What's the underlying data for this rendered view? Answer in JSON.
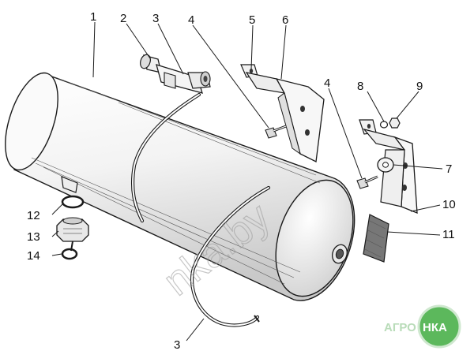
{
  "callouts": [
    {
      "id": "c1",
      "label": "1"
    },
    {
      "id": "c2",
      "label": "2"
    },
    {
      "id": "c3a",
      "label": "3"
    },
    {
      "id": "c4a",
      "label": "4"
    },
    {
      "id": "c5",
      "label": "5"
    },
    {
      "id": "c6",
      "label": "6"
    },
    {
      "id": "c4b",
      "label": "4"
    },
    {
      "id": "c8",
      "label": "8"
    },
    {
      "id": "c9",
      "label": "9"
    },
    {
      "id": "c7",
      "label": "7"
    },
    {
      "id": "c10",
      "label": "10"
    },
    {
      "id": "c11",
      "label": "11"
    },
    {
      "id": "c12",
      "label": "12"
    },
    {
      "id": "c13",
      "label": "13"
    },
    {
      "id": "c14",
      "label": "14"
    },
    {
      "id": "c3b",
      "label": "3"
    }
  ],
  "watermark": "nka.by",
  "logo": {
    "prefix": "АГРО",
    "suffix": "НКА"
  },
  "colors": {
    "ink": "#1a1a1a",
    "logo_green": "#5cb85c",
    "logo_light": "#cfe8cf"
  }
}
